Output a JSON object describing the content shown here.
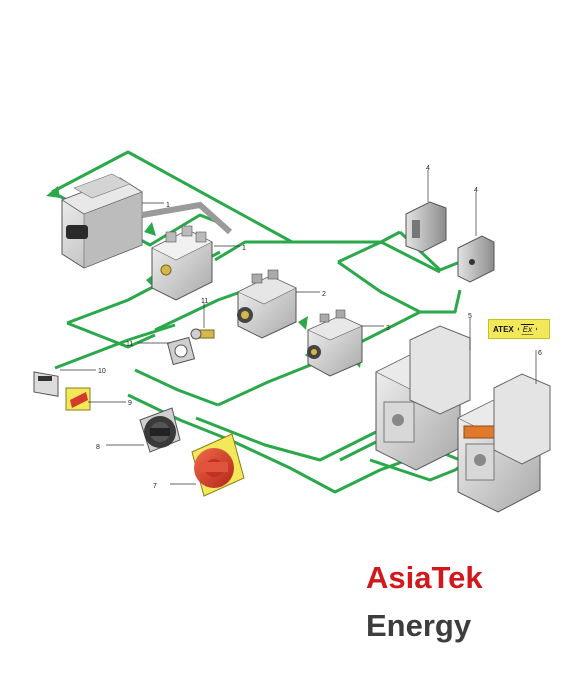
{
  "callouts": {
    "c1a": "1",
    "c1b": "1",
    "c2": "2",
    "c3": "3",
    "c4a": "4",
    "c4b": "4",
    "c5": "5",
    "c6": "6",
    "c7": "7",
    "c8": "8",
    "c9": "9",
    "c10": "10",
    "c11a": "11",
    "c11b": "11"
  },
  "badge": {
    "atex": "ATEX",
    "ex": "Ex"
  },
  "brand": {
    "line1": "AsiaTek",
    "line2": "Energy"
  },
  "colors": {
    "connector": "#2aa84a",
    "brand_red": "#d2181d",
    "brand_gray": "#3d3d3d",
    "badge_yellow": "#f2e85a",
    "handle_red": "#d63a2a"
  }
}
